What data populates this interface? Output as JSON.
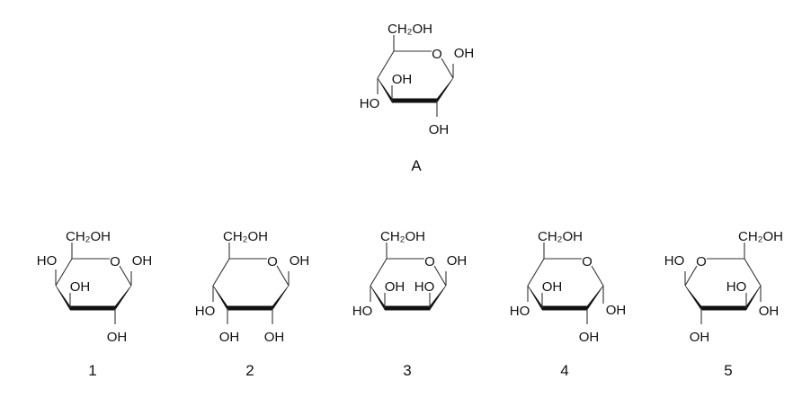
{
  "structures": [
    {
      "id": "A",
      "caption": "A",
      "ring_oxygen": "O",
      "mirrored": false,
      "substituents": [
        {
          "carbon": "C5",
          "dir": "up",
          "label": "CH₂OH"
        },
        {
          "carbon": "C1",
          "dir": "up",
          "label": "OH"
        },
        {
          "carbon": "C2",
          "dir": "down",
          "label": "OH"
        },
        {
          "carbon": "C3",
          "dir": "up",
          "label": "OH"
        },
        {
          "carbon": "C4",
          "dir": "down",
          "label": "HO"
        }
      ]
    },
    {
      "id": "1",
      "caption": "1",
      "ring_oxygen": "O",
      "mirrored": false,
      "substituents": [
        {
          "carbon": "C5",
          "dir": "up",
          "label": "CH₂OH"
        },
        {
          "carbon": "C1",
          "dir": "up",
          "label": "OH"
        },
        {
          "carbon": "C2",
          "dir": "down",
          "label": "OH"
        },
        {
          "carbon": "C3",
          "dir": "up",
          "label": "OH"
        },
        {
          "carbon": "C4",
          "dir": "up",
          "label": "HO"
        }
      ]
    },
    {
      "id": "2",
      "caption": "2",
      "ring_oxygen": "O",
      "mirrored": false,
      "substituents": [
        {
          "carbon": "C5",
          "dir": "up",
          "label": "CH₂OH"
        },
        {
          "carbon": "C1",
          "dir": "up",
          "label": "OH"
        },
        {
          "carbon": "C2",
          "dir": "down",
          "label": "OH"
        },
        {
          "carbon": "C3",
          "dir": "down",
          "label": "OH"
        },
        {
          "carbon": "C4",
          "dir": "down",
          "label": "HO"
        }
      ]
    },
    {
      "id": "3",
      "caption": "3",
      "ring_oxygen": "O",
      "mirrored": false,
      "substituents": [
        {
          "carbon": "C5",
          "dir": "up",
          "label": "CH₂OH"
        },
        {
          "carbon": "C1",
          "dir": "up",
          "label": "OH"
        },
        {
          "carbon": "C2",
          "dir": "up",
          "label": "HO"
        },
        {
          "carbon": "C3",
          "dir": "up",
          "label": "OH"
        },
        {
          "carbon": "C4",
          "dir": "down",
          "label": "HO"
        }
      ]
    },
    {
      "id": "4",
      "caption": "4",
      "ring_oxygen": "O",
      "mirrored": false,
      "substituents": [
        {
          "carbon": "C5",
          "dir": "up",
          "label": "CH₂OH"
        },
        {
          "carbon": "C1",
          "dir": "down",
          "label": "OH"
        },
        {
          "carbon": "C2",
          "dir": "down",
          "label": "OH"
        },
        {
          "carbon": "C3",
          "dir": "up",
          "label": "OH"
        },
        {
          "carbon": "C4",
          "dir": "down",
          "label": "HO"
        }
      ]
    },
    {
      "id": "5",
      "caption": "5",
      "ring_oxygen": "O",
      "mirrored": true,
      "substituents": [
        {
          "carbon": "C5",
          "dir": "up",
          "label": "CH₂OH"
        },
        {
          "carbon": "C1",
          "dir": "up",
          "label": "HO"
        },
        {
          "carbon": "C2",
          "dir": "down",
          "label": "OH"
        },
        {
          "carbon": "C3",
          "dir": "up",
          "label": "HO"
        },
        {
          "carbon": "C4",
          "dir": "down",
          "label": "OH"
        }
      ]
    }
  ]
}
